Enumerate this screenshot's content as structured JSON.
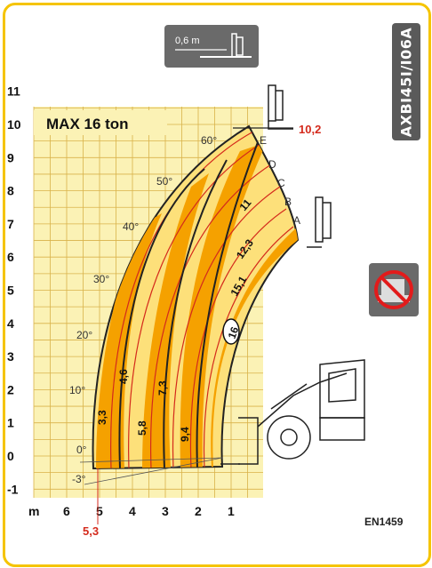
{
  "model_label": "AXBI45I/I06A",
  "fork_label": "0,6 m",
  "certificate": "EN1459",
  "chart_data": {
    "type": "load-chart",
    "title": "MAX 16 ton",
    "y_ticks": [
      "11",
      "10",
      "9",
      "8",
      "7",
      "6",
      "5",
      "4",
      "3",
      "2",
      "1",
      "0",
      "-1"
    ],
    "x_ticks": [
      "m",
      "6",
      "5",
      "4",
      "3",
      "2",
      "1"
    ],
    "max_height_label": "10,2",
    "max_reach_label": "5,3",
    "angles": [
      "60°",
      "50°",
      "40°",
      "30°",
      "20°",
      "10°",
      "0°",
      "-3°"
    ],
    "extension_marks": [
      "E",
      "D",
      "C",
      "B",
      "A"
    ],
    "zone_loads": [
      "3,3",
      "4,6",
      "5,8",
      "7,3",
      "9,4"
    ],
    "arc_loads": [
      "11",
      "12,3",
      "15,1",
      "16"
    ],
    "colors": {
      "grid_bg": "#fbf2b5",
      "orange": "#f5a100",
      "light": "#fde07a",
      "red": "#d42a1c"
    }
  }
}
